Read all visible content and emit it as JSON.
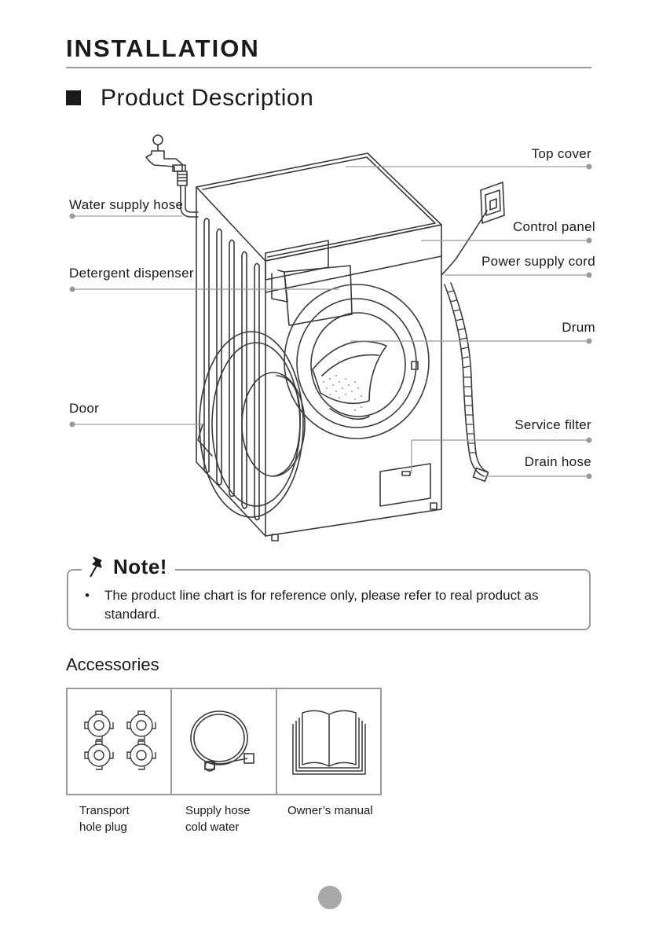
{
  "page": {
    "heading": "INSTALLATION",
    "section_title": "Product Description"
  },
  "callouts": {
    "top_cover": "Top cover",
    "water_supply_hose": "Water supply hose",
    "control_panel": "Control panel",
    "power_supply_cord": "Power supply cord",
    "detergent_dispenser": "Detergent dispenser",
    "drum": "Drum",
    "door": "Door",
    "service_filter": "Service filter",
    "drain_hose": "Drain hose"
  },
  "note": {
    "title": "Note!",
    "bullet": "•",
    "text": "The product line chart is for reference only, please refer to real product as standard."
  },
  "accessories": {
    "title": "Accessories",
    "items": [
      {
        "line1": "Transport",
        "line2": "hole plug",
        "icon": "transport-hole-plug-icon"
      },
      {
        "line1": "Supply hose",
        "line2": "cold water",
        "icon": "supply-hose-icon"
      },
      {
        "line1": "Owner’s manual",
        "line2": "",
        "icon": "owners-manual-icon"
      }
    ]
  },
  "colors": {
    "line": "#9a9a9a",
    "text": "#1a1a1a",
    "page_number_dot": "#a9a9a9"
  }
}
